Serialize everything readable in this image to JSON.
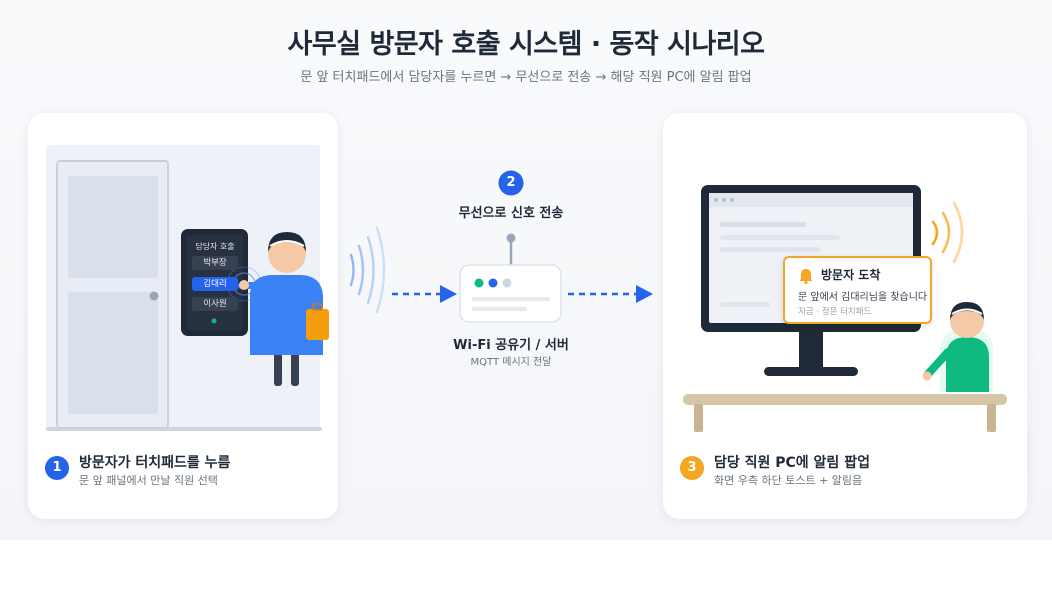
{
  "header": {
    "title": "사무실 방문자 호출 시스템 · 동작 시나리오",
    "subtitle": "문 앞 터치패드에서 담당자를 누르면 → 무선으로 전송 → 해당 직원 PC에 알림 팝업"
  },
  "step1": {
    "number": "1",
    "title": "방문자가 터치패드를 누름",
    "desc": "문 앞 패널에서 만날 직원 선택"
  },
  "touchpad": {
    "header": "담당자 호출",
    "buttons": [
      "박부장",
      "김대리",
      "이사원"
    ],
    "selected_index": 1
  },
  "step2": {
    "number": "2",
    "title": "무선으로 신호 전송",
    "device_title": "Wi-Fi 공유기 / 서버",
    "device_sub": "MQTT 메시지 전달"
  },
  "step3": {
    "number": "3",
    "title": "담당 직원 PC에 알림 팝업",
    "desc": "화면 우측 하단 토스트 + 알림음"
  },
  "toast": {
    "icon": "bell-icon",
    "title": "방문자 도착",
    "message": "문 앞에서 김대리님을 찾습니다",
    "meta": "지금 · 정문 터치패드"
  },
  "colors": {
    "blue": "#2563eb",
    "orange": "#f5a623",
    "green": "#10b981",
    "dark": "#1f2937"
  }
}
